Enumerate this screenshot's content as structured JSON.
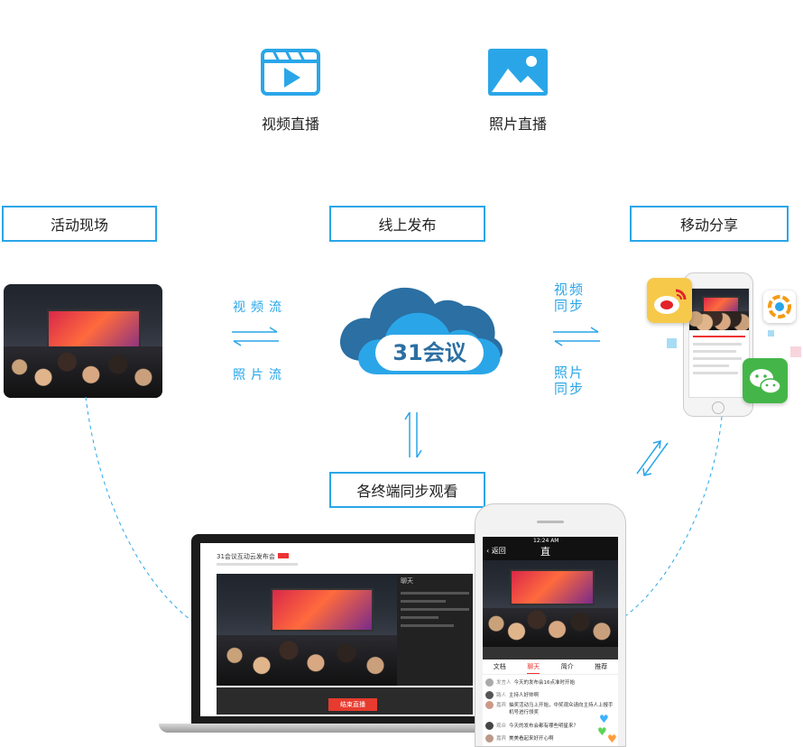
{
  "top_items": [
    {
      "label": "视频直播",
      "icon": "video-clapper-icon"
    },
    {
      "label": "照片直播",
      "icon": "photo-icon"
    }
  ],
  "boxes": {
    "site": "活动现场",
    "online": "线上发布",
    "mobile": "移动分享",
    "terminals": "各终端同步观看"
  },
  "left_flow": {
    "top": "视频流",
    "bottom": "照片流"
  },
  "right_flow": {
    "top_line1": "视频",
    "top_line2": "同步",
    "bottom_line1": "照片",
    "bottom_line2": "同步"
  },
  "cloud_logo": "31会议",
  "accent_color": "#2aa6e8",
  "laptop": {
    "title": "31会议互动云发布会",
    "button": "结束直播",
    "chat_header": "聊天"
  },
  "phone_large": {
    "time": "12:24 AM",
    "back": "返回",
    "title": "直",
    "tabs": [
      "文档",
      "聊天",
      "简介",
      "推荐"
    ],
    "chat": [
      {
        "name": "发言人",
        "text": "今天的发布会16点准时开始"
      },
      {
        "name": "路人",
        "text": "主持人好帅啊"
      },
      {
        "name": "嘉宾",
        "text": "抽奖活动马上开始，中奖观众请向主持人上报手机号进行领奖"
      },
      {
        "name": "观众",
        "text": "今天的发布会都有哪些明星来？"
      },
      {
        "name": "嘉宾",
        "text": "美美看起来好开心啊"
      }
    ]
  }
}
